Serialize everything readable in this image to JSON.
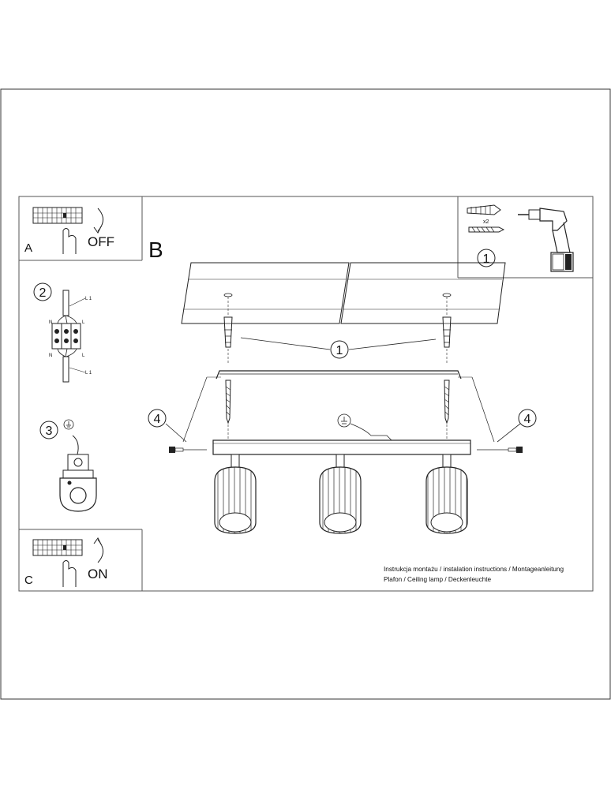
{
  "panel_a": {
    "letter": "A",
    "action": "OFF"
  },
  "panel_b": {
    "letter": "B"
  },
  "panel_c": {
    "letter": "C",
    "action": "ON"
  },
  "tools": {
    "step": "1",
    "quantity": "x2"
  },
  "wiring": {
    "step": "2",
    "labels_top": [
      "L 1",
      "N",
      "L"
    ],
    "labels_bottom": [
      "L 1",
      "N",
      "L"
    ]
  },
  "ground": {
    "step": "3"
  },
  "callouts": {
    "dowel_step": "1",
    "screw_step_left": "4",
    "screw_step_right": "4"
  },
  "caption": {
    "line1": "Instrukcja montażu / instalation instructions / Montageanleitung",
    "line2": "Plafon / Ceiling lamp / Deckenleuchte"
  },
  "colors": {
    "line": "#222222",
    "background": "#ffffff"
  }
}
